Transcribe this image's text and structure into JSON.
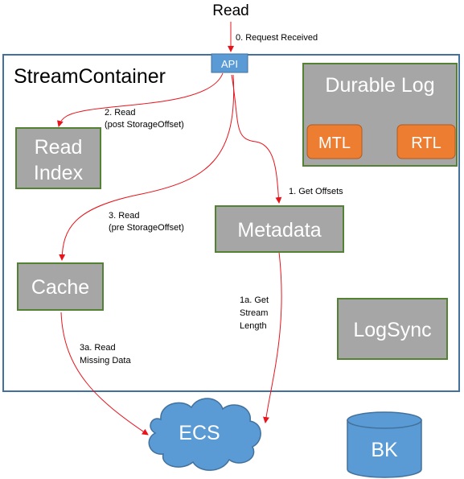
{
  "top_label": "Read",
  "container": {
    "title": "StreamContainer"
  },
  "api": {
    "label": "API"
  },
  "components": {
    "read_index_line1": "Read",
    "read_index_line2": "Index",
    "metadata": "Metadata",
    "cache": "Cache",
    "logsync": "LogSync",
    "durable_log": "Durable Log",
    "mtl": "MTL",
    "rtl": "RTL",
    "ecs": "ECS",
    "bk": "BK"
  },
  "arrow_labels": {
    "request_received": "0. Request Received",
    "read_post_line1": "2. Read",
    "read_post_line2": "(post StorageOffset)",
    "get_offsets": "1. Get Offsets",
    "read_pre_line1": "3. Read",
    "read_pre_line2": "(pre StorageOffset)",
    "get_length_line1": "1a. Get",
    "get_length_line2": "Stream",
    "get_length_line3": "Length",
    "read_missing_line1": "3a. Read",
    "read_missing_line2": "Missing Data"
  },
  "colors": {
    "container_border": "#41719c",
    "component_fill": "#a6a6a6",
    "component_border": "#548235",
    "api_fill": "#5b9bd5",
    "log_fill": "#ed7d31",
    "arrow": "#e8141b",
    "storage_fill": "#5b9bd5"
  }
}
